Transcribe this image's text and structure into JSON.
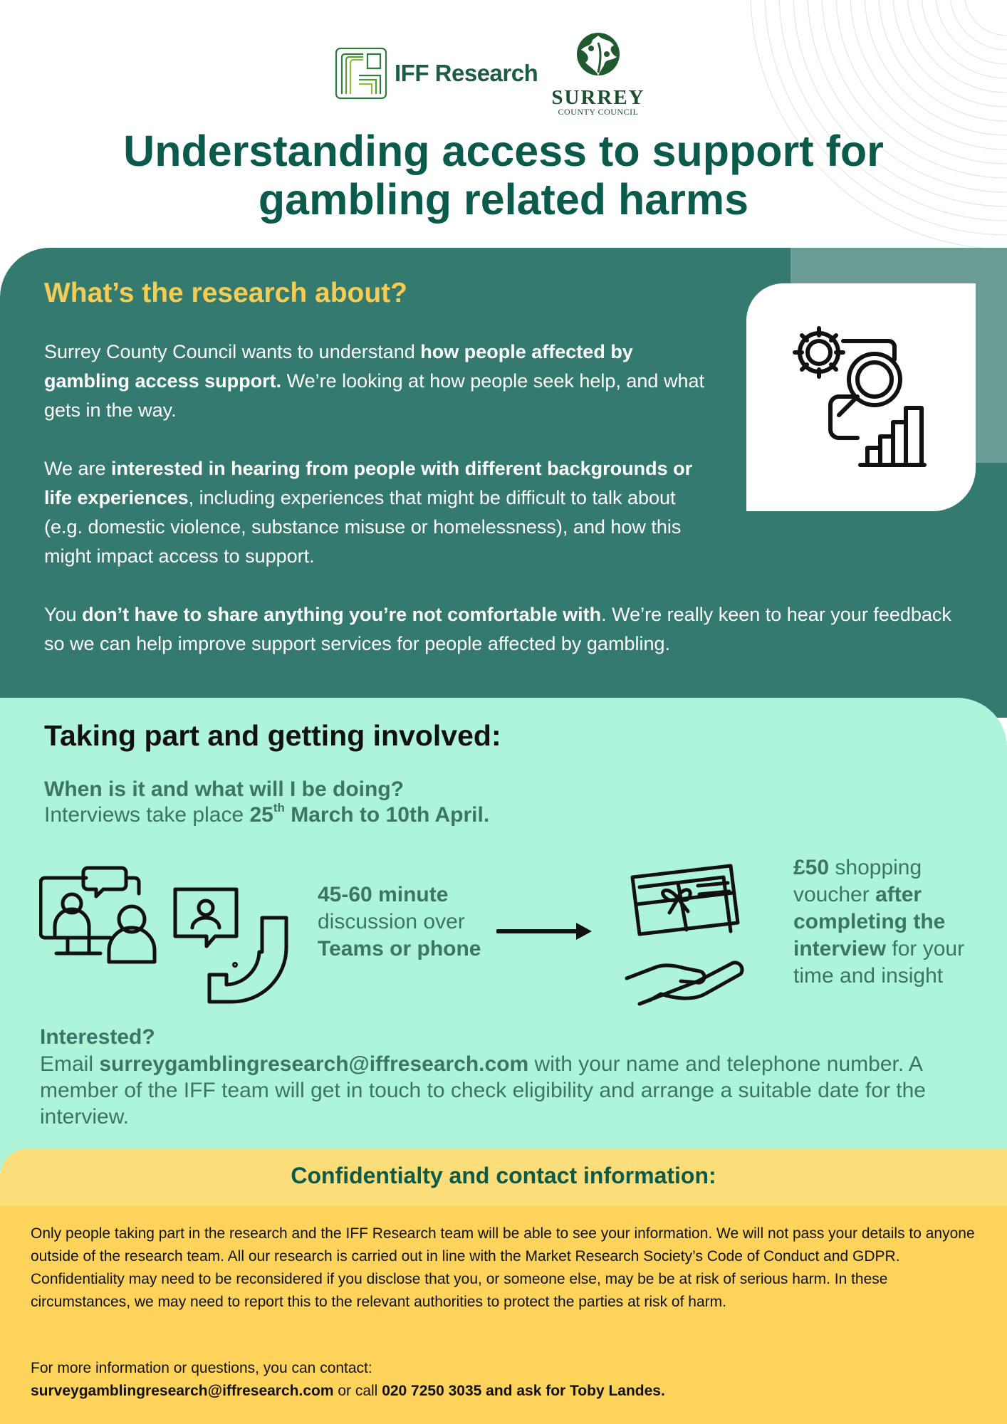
{
  "header": {
    "iff_logo_text": "IFF Research",
    "surrey_logo_name": "SURREY",
    "surrey_logo_sub": "COUNTY COUNCIL",
    "title": "Understanding access to support for gambling related harms"
  },
  "research": {
    "heading": "What’s the research about?",
    "p1": {
      "a": "Surrey County Council wants to understand ",
      "b": "how people affected by gambling access support.",
      "c": " We’re looking at how people seek help, and what gets in the way."
    },
    "p2": {
      "a": "We are ",
      "b": "interested in hearing from people with different backgrounds or life experiences",
      "c": ", including experiences that might be difficult to talk about (e.g. domestic violence, substance misuse or homelessness), and how this might impact access to support."
    },
    "p3": {
      "a": "You ",
      "b": "don’t have to share anything you’re not comfortable with",
      "c": ". We’re really keen to hear your feedback so we can help improve support services for people affected by gambling."
    },
    "icon": "gear-magnifier-chart-icon"
  },
  "taking_part": {
    "heading": "Taking part and getting involved:",
    "when_question": "When is it and what will I be doing?",
    "when_answer": {
      "a": "Interviews take place ",
      "b": "25",
      "sup": "th",
      "c": " March to 10th April."
    },
    "discussion": {
      "a": "45-60 minute",
      "b": " discussion over ",
      "c": "Teams or phone"
    },
    "voucher": {
      "a": "£50",
      "b": " shopping voucher ",
      "c": "after completing the interview",
      "d": " for your time and insight"
    },
    "interested_question": "Interested?",
    "interested_answer": {
      "a": "Email ",
      "b": "surreygamblingresearch@iffresearch.com",
      "c": " with your name and telephone number. A member of the IFF team will get in touch to check eligibility and arrange a suitable date for the interview."
    },
    "icons": [
      "video-call-icon",
      "phone-chat-icon",
      "arrow-right-icon",
      "gift-voucher-icon"
    ]
  },
  "confidentiality": {
    "heading": "Confidentialty and contact information:",
    "p1": "Only people taking part in the research and the IFF Research team will be able to see your information. We will not pass your details to anyone outside of the research team. All our research is carried out in line with the Market Research Society’s Code of Conduct and GDPR. Confidentiality may need to be reconsidered if you disclose that you, or someone else, may be be at risk of serious harm. In these circumstances, we may need to report this to the relevant authorities to protect the parties at risk of harm.",
    "p2_intro": "For more information or questions, you can contact:",
    "p2_email": "surveygamblingresearch@iffresearch.com",
    "p2_mid": " or call ",
    "p2_phone": "020 7250 3035 and ask for Toby Landes."
  },
  "colors": {
    "title_green": "#0b5b4c",
    "research_bg": "#347a6e",
    "research_heading": "#f5cd54",
    "taking_bg": "#aef4da",
    "taking_text": "#3a7566",
    "conf_band": "#fbdd7a",
    "conf_bg": "#fdd35b"
  }
}
